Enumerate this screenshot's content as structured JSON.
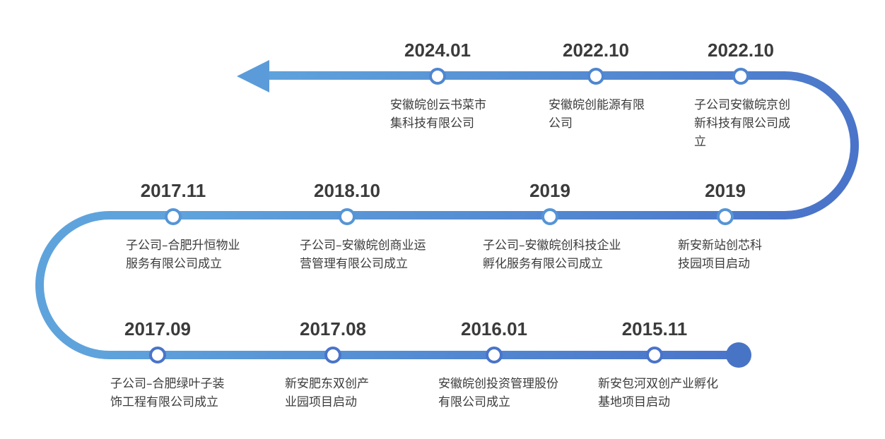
{
  "colors": {
    "line_start": "#4a74c9",
    "line_end": "#5fa3dc",
    "node_fill": "#ffffff",
    "start_dot": "#4874c6",
    "arrow": "#5b9bd9",
    "text": "#3b3b3b"
  },
  "milestones": [
    {
      "date": "2015.11",
      "text": "新安包河双创产业孵化基地项目启动"
    },
    {
      "date": "2016.01",
      "text": "安徽皖创投资管理股份有限公司成立"
    },
    {
      "date": "2017.08",
      "text": "新安肥东双创产业园项目启动"
    },
    {
      "date": "2017.09",
      "text": "子公司–合肥绿叶子装饰工程有限公司成立"
    },
    {
      "date": "2017.11",
      "text": "子公司–合肥升恒物业服务有限公司成立"
    },
    {
      "date": "2018.10",
      "text": "子公司–安徽皖创商业运营管理有限公司成立"
    },
    {
      "date": "2019",
      "text": "子公司–安徽皖创科技企业孵化服务有限公司成立"
    },
    {
      "date": "2019",
      "text": "新安新站创芯科技园项目启动"
    },
    {
      "date": "2022.10",
      "text": "子公司安徽皖京创新科技有限公司成立"
    },
    {
      "date": "2022.10",
      "text": "安徽皖创能源有限公司"
    },
    {
      "date": "2024.01",
      "text": "安徽皖创云书菜市集科技有限公司"
    }
  ]
}
